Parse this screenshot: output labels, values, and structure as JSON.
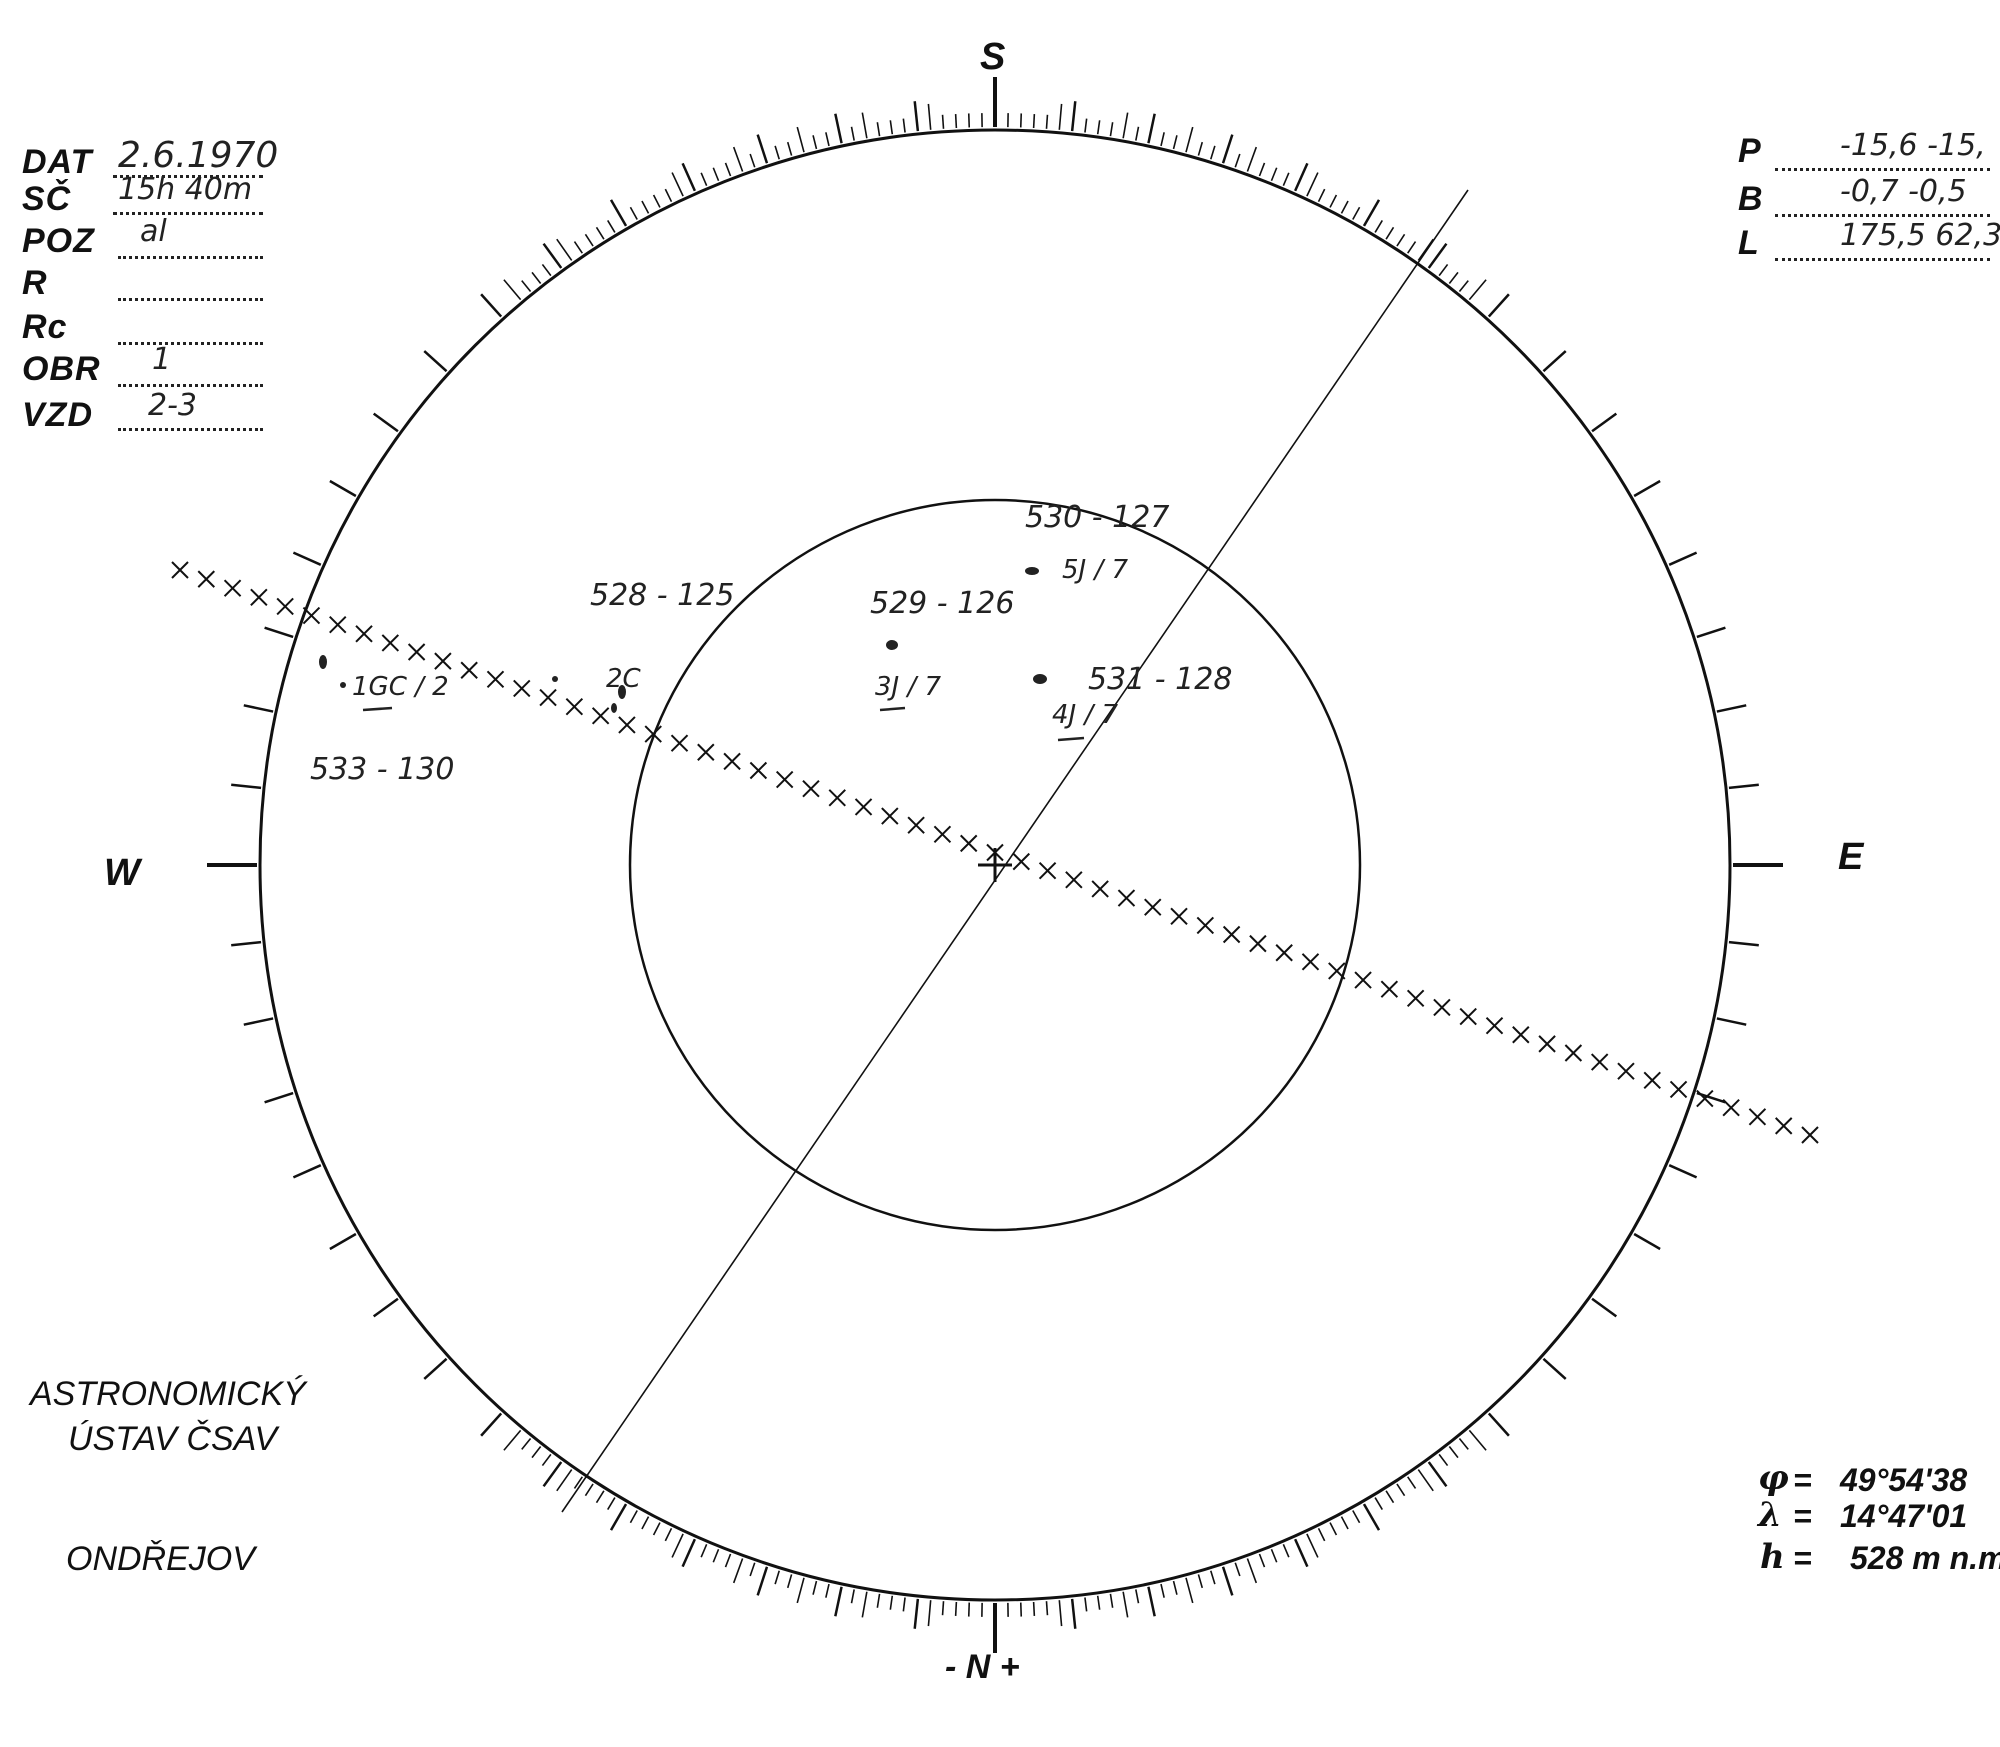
{
  "form_fields": [
    {
      "label": "DAT",
      "value": "2.6.1970"
    },
    {
      "label": "SČ",
      "value": "15h 40m"
    },
    {
      "label": "POZ",
      "value": "al"
    },
    {
      "label": "R",
      "value": ""
    },
    {
      "label": "Rc",
      "value": ""
    },
    {
      "label": "OBR",
      "value": "1"
    },
    {
      "label": "VZD",
      "value": "2-3"
    }
  ],
  "ephemeris": [
    {
      "label": "P",
      "value": "-15,6 -15,"
    },
    {
      "label": "B",
      "value": "-0,7 -0,5"
    },
    {
      "label": "L",
      "value": "175,5 62,3"
    }
  ],
  "compass": {
    "south": "S",
    "north": "- N +",
    "west": "W",
    "east": "E"
  },
  "institution": {
    "line1": "ASTRONOMICKÝ",
    "line2": "ÚSTAV ČSAV",
    "place": "ONDŘEJOV"
  },
  "coordinates": [
    {
      "symbol": "φ",
      "value": "49°54'38"
    },
    {
      "symbol": "λ",
      "value": "14°47'01"
    },
    {
      "symbol": "h",
      "value": "528 m n.m"
    }
  ],
  "sunspot_groups": [
    {
      "label": "528 - 125",
      "annotation": "2C"
    },
    {
      "label": "529 - 126",
      "annotation": "3J / 7"
    },
    {
      "label": "530 - 127",
      "annotation": "5J / 7"
    },
    {
      "label": "531 - 128",
      "annotation": "4J / 7"
    },
    {
      "label": "533 - 130",
      "annotation": "1GC / 2"
    }
  ],
  "colors": {
    "ink": "#111111",
    "paper": "#ffffff"
  }
}
